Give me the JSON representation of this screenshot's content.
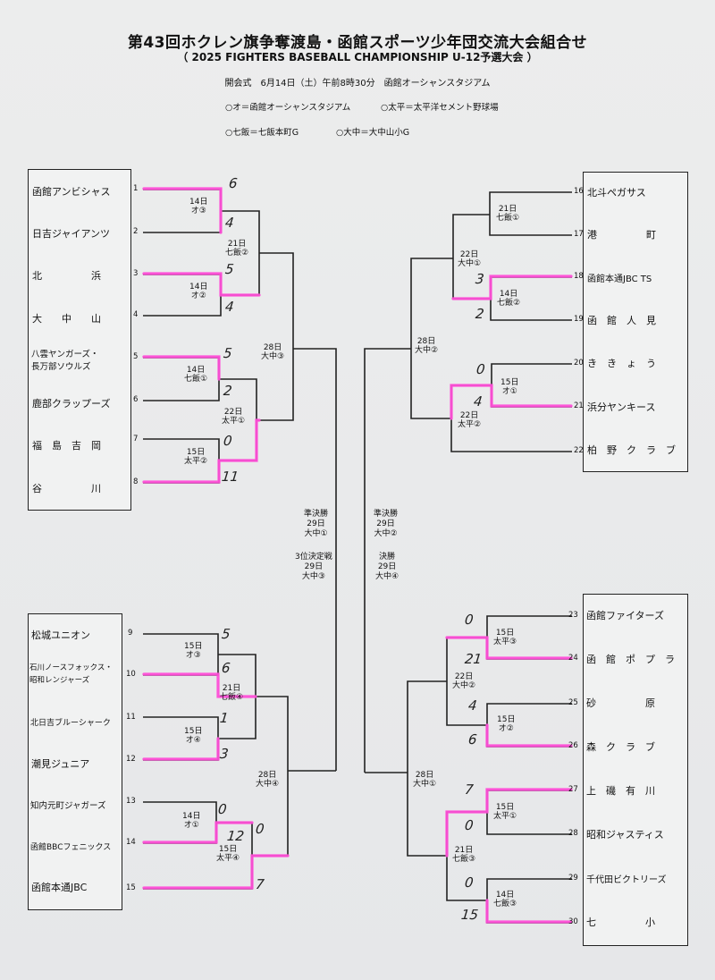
{
  "header": {
    "title": "第43回ホクレン旗争奪渡島・函館スポーツ少年団交流大会組合せ",
    "subtitle": "（ 2025 FIGHTERS BASEBALL CHAMPIONSHIP U-12予選大会 ）",
    "opening": "開会式　6月14日（土）午前8時30分　函館オーシャンスタジアム"
  },
  "legend": {
    "oh": "○オ＝函館オーシャンスタジアム",
    "taihei": "○太平＝太平洋セメント野球場",
    "nanae": "○七飯＝七飯本町G",
    "ohnaka": "○大中＝大中山小G"
  },
  "teams": {
    "t1": "函館アンビシャス",
    "t2": "日吉ジャイアンツ",
    "t3": "北　　　　　浜",
    "t4": "大　　中　　山",
    "t5a": "八雲ヤンガーズ・",
    "t5b": "長万部ソウルズ",
    "t6": "鹿部クラップーズ",
    "t7": "福　島　吉　岡",
    "t8": "谷　　　　　川",
    "t9": "松城ユニオン",
    "t10a": "石川ノースフォックス・",
    "t10b": "昭和レンジャーズ",
    "t11": "北日吉ブルーシャーク",
    "t12": "潮見ジュニア",
    "t13": "知内元町ジャガーズ",
    "t14": "函館BBCフェニックス",
    "t15": "函館本通JBC",
    "t16": "北斗ペガサス",
    "t17": "港　　　　　町",
    "t18": "函館本通JBC TS",
    "t19": "函　館　人　見",
    "t20": "き　き　ょ　う",
    "t21": "浜分ヤンキース",
    "t22": "柏　野　ク　ラ　ブ",
    "t23": "函館ファイターズ",
    "t24": "函　館　ポ　プ　ラ",
    "t25": "砂　　　　　原",
    "t26": "森　ク　ラ　ブ",
    "t27": "上　磯　有　川",
    "t28": "昭和ジャスティス",
    "t29": "千代田ビクトリーズ",
    "t30": "七　　　　　小"
  },
  "numbers": [
    "1",
    "2",
    "3",
    "4",
    "5",
    "6",
    "7",
    "8",
    "9",
    "10",
    "11",
    "12",
    "13",
    "14",
    "15",
    "16",
    "17",
    "18",
    "19",
    "20",
    "21",
    "22",
    "23",
    "24",
    "25",
    "26",
    "27",
    "28",
    "29",
    "30"
  ],
  "matches": {
    "m1": "14日\nオ③",
    "m2": "14日\nオ②",
    "m3": "21日\n七飯②",
    "m4": "14日\n七飯①",
    "m5": "15日\n太平②",
    "m6": "22日\n太平①",
    "m7": "28日\n大中③",
    "m8": "15日\nオ③",
    "m9": "15日\nオ④",
    "m10": "21日\n七飯④",
    "m11": "14日\nオ①",
    "m12": "15日\n太平④",
    "m13": "28日\n大中④",
    "m14": "21日\n七飯①",
    "m15": "14日\n七飯②",
    "m16": "22日\n大中①",
    "m17": "15日\nオ①",
    "m18": "22日\n太平②",
    "m19": "28日\n大中②",
    "m20": "15日\n太平③",
    "m21": "15日\nオ②",
    "m22": "22日\n大中②",
    "m23": "15日\n太平①",
    "m24": "14日\n七飯③",
    "m25": "21日\n七飯③",
    "m26": "28日\n大中①"
  },
  "center": {
    "semi_left": "準決勝\n29日\n大中①",
    "third": "3位決定戦\n29日\n大中③",
    "semi_right": "準決勝\n29日\n大中②",
    "final": "決勝\n29日\n大中④"
  },
  "scores": {
    "s1": "6",
    "s2": "4",
    "s3": "5",
    "s4": "4",
    "s5": "5",
    "s6": "2",
    "s7": "0",
    "s8": "11",
    "s9": "5",
    "s10": "6",
    "s11": "1",
    "s12": "3",
    "s13": "0",
    "s14": "12",
    "s15": "0",
    "s16": "7",
    "s17": "3",
    "s18": "2",
    "s19": "0",
    "s20": "4",
    "s21": "0",
    "s22": "21",
    "s23": "4",
    "s24": "6",
    "s25": "7",
    "s26": "0",
    "s27": "0",
    "s28": "15"
  },
  "colors": {
    "ink": "#222222",
    "highlight": "#ff4fd8",
    "paper": "#ebecee"
  }
}
